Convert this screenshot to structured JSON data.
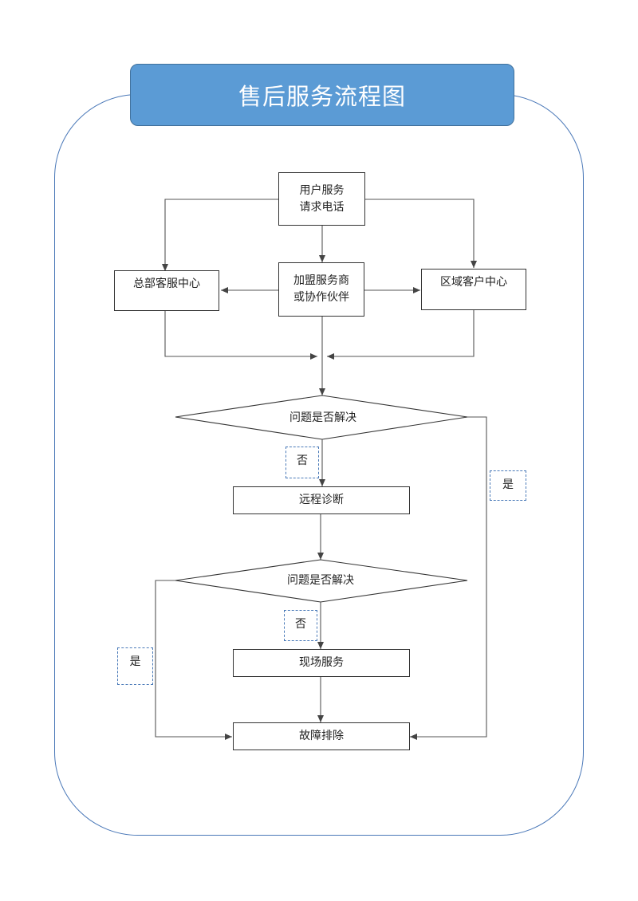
{
  "title": "售后服务流程图",
  "nodes": {
    "user_request": [
      "用户服务",
      "请求电话"
    ],
    "hq_center": "总部客服中心",
    "partner": [
      "加盟服务商",
      "或协作伙伴"
    ],
    "regional_center": "区域客户中心",
    "decision_1": "问题是否解决",
    "remote_diagnosis": "远程诊断",
    "decision_2": "问题是否解决",
    "onsite_service": "现场服务",
    "troubleshoot": "故障排除"
  },
  "edge_labels": {
    "no_1": "否",
    "yes_1": "是",
    "no_2": "否",
    "yes_2": "是"
  },
  "colors": {
    "banner": "#5b9bd5",
    "frame": "#4a78b8",
    "dashed": "#4a7ab8",
    "line": "#555555"
  }
}
